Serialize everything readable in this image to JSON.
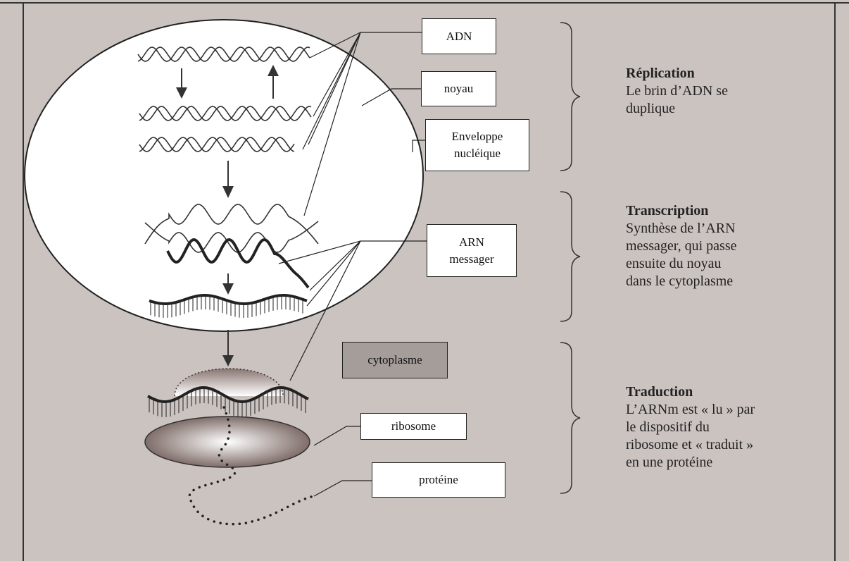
{
  "colors": {
    "background": "#cbc3c0",
    "frame": "#333333",
    "box_fill": "#ffffff",
    "cytoplasme_box": "#a49d9a",
    "strand": "#222222"
  },
  "labels": {
    "adn": "ADN",
    "noyau": "noyau",
    "enveloppe": "Enveloppe\nnucléique",
    "arn": "ARN\nmessager",
    "cytoplasme": "cytoplasme",
    "ribosome": "ribosome",
    "proteine": "protéine"
  },
  "phases": [
    {
      "title": "Réplication",
      "description": "Le brin d’ADN se\nduplique"
    },
    {
      "title": "Transcription",
      "description": "Synthèse de l’ARN\nmessager, qui passe\nensuite du noyau\ndans le cytoplasme"
    },
    {
      "title": "Traduction",
      "description": "L’ARNm est « lu » par\nle dispositif du\nribosome et « traduit »\nen une protéine"
    }
  ]
}
